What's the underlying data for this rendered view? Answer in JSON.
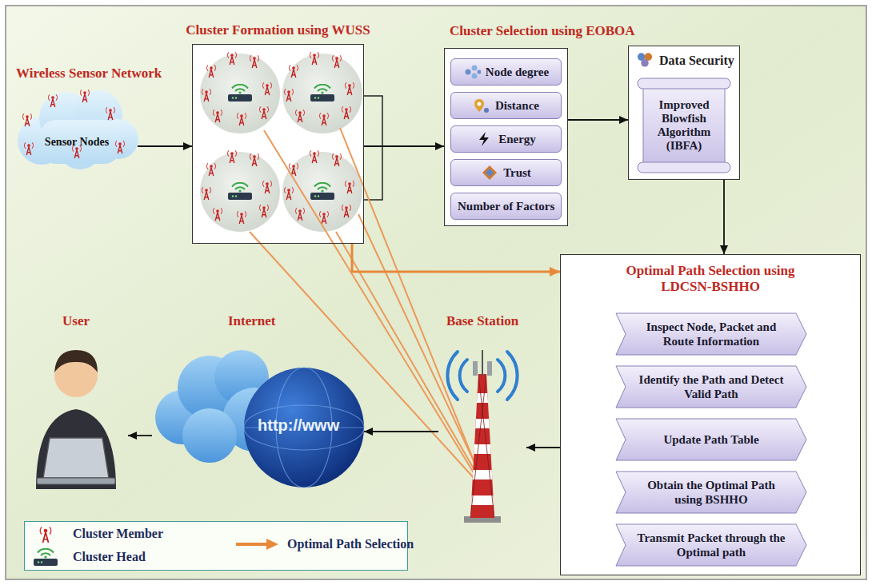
{
  "diagram": {
    "nodes": [
      {
        "text": [
          "Wireless Sensor Network",
          "Sensor Nodes"
        ]
      },
      {
        "text": [
          "Cluster Formation using WUSS"
        ]
      },
      {
        "text": [
          "Cluster Selection using EOBOA"
        ]
      },
      {
        "text": [
          "Node degree"
        ],
        "in": 2
      },
      {
        "text": [
          "Distance"
        ],
        "in": 2
      },
      {
        "text": [
          "Energy"
        ],
        "in": 2
      },
      {
        "text": [
          "Trust"
        ],
        "in": 2
      },
      {
        "text": [
          "Number of Factors"
        ],
        "in": 2
      },
      {
        "text": [
          "Data Security"
        ]
      },
      {
        "text": [
          "Improved Blowfish Algorithm (IBFA)"
        ],
        "in": 8
      },
      {
        "text": [
          "Optimal Path Selection using LDCSN-BSHHO"
        ]
      },
      {
        "text": [
          "Inspect Node, Packet and Route Information"
        ],
        "in": 10
      },
      {
        "text": [
          "Identify the Path and Detect Valid Path"
        ],
        "in": 10
      },
      {
        "text": [
          "Update Path Table"
        ],
        "in": 10
      },
      {
        "text": [
          "Obtain the Optimal Path using BSHHO"
        ],
        "in": 10
      },
      {
        "text": [
          "Transmit Packet through the Optimal path"
        ],
        "in": 10
      },
      {
        "text": [
          "Base Station"
        ]
      },
      {
        "text": [
          "Internet"
        ]
      },
      {
        "text": [
          "User"
        ]
      }
    ],
    "edges": [
      {
        "from": 0,
        "to": 1,
        "arrow": "to"
      },
      {
        "from": 1,
        "to": 2,
        "arrow": "to"
      },
      {
        "from": 2,
        "to": 8,
        "arrow": "to"
      },
      {
        "from": 8,
        "to": 10,
        "arrow": "to"
      },
      {
        "from": 1,
        "to": 10,
        "arrow": "to"
      },
      {
        "from": 10,
        "to": 16,
        "arrow": "to"
      },
      {
        "from": 16,
        "to": 17,
        "arrow": "to"
      },
      {
        "from": 17,
        "to": 18,
        "arrow": "to"
      }
    ],
    "labels": [
      "http://www"
    ],
    "legend": [
      {
        "text": "Cluster Member"
      },
      {
        "text": "Cluster Head"
      },
      {
        "text": "Optimal Path Selection"
      }
    ]
  }
}
